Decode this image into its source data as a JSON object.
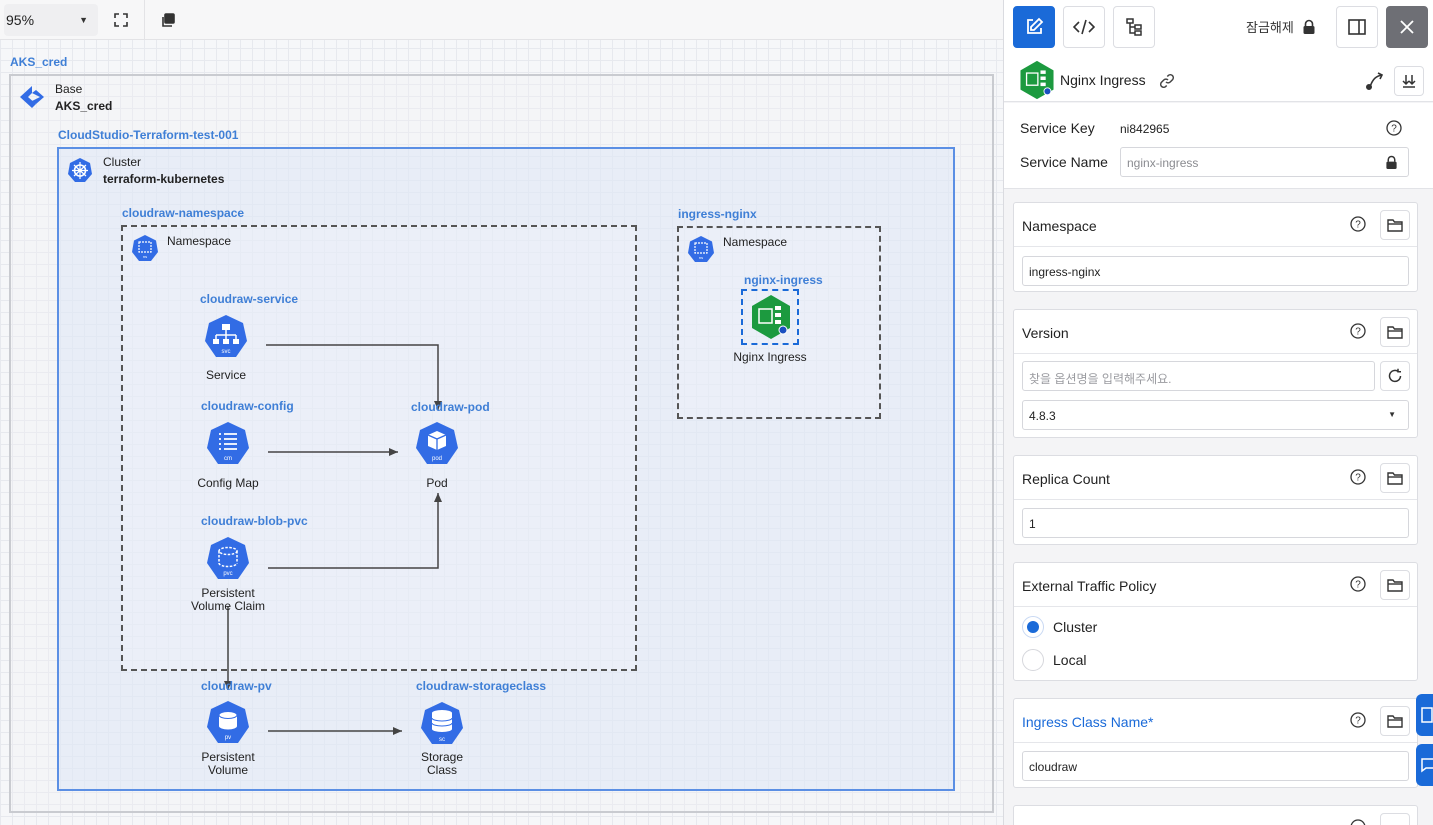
{
  "toolbar": {
    "zoom": "95%"
  },
  "diagram": {
    "base_label": "AKS_cred",
    "base_type": "Base",
    "base_name": "AKS_cred",
    "cluster_label": "CloudStudio-Terraform-test-001",
    "cluster_type": "Cluster",
    "cluster_name": "terraform-kubernetes",
    "namespace1_label": "cloudraw-namespace",
    "namespace1_type": "Namespace",
    "namespace2_label": "ingress-nginx",
    "namespace2_type": "Namespace",
    "nodes": {
      "service": {
        "id_label": "cloudraw-service",
        "name": "Service",
        "badge": "svc"
      },
      "config": {
        "id_label": "cloudraw-config",
        "name": "Config Map",
        "badge": "cm"
      },
      "pod": {
        "id_label": "cloudraw-pod",
        "name": "Pod",
        "badge": "pod"
      },
      "pvc": {
        "id_label": "cloudraw-blob-pvc",
        "name_line1": "Persistent",
        "name_line2": "Volume Claim",
        "badge": "pvc"
      },
      "pv": {
        "id_label": "cloudraw-pv",
        "name_line1": "Persistent",
        "name_line2": "Volume",
        "badge": "pv"
      },
      "sc": {
        "id_label": "cloudraw-storageclass",
        "name_line1": "Storage",
        "name_line2": "Class",
        "badge": "sc"
      },
      "ingress": {
        "id_label": "nginx-ingress",
        "name": "Nginx Ingress"
      }
    },
    "colors": {
      "k8s_blue": "#326ce5",
      "label_blue": "#3f7fd6",
      "nginx_green": "#1c9a3f"
    }
  },
  "panel": {
    "unlock_label": "잠금해제",
    "service_title": "Nginx Ingress",
    "service_key_label": "Service Key",
    "service_key_value": "ni842965",
    "service_name_label": "Service Name",
    "service_name_value": "nginx-ingress",
    "namespace": {
      "title": "Namespace",
      "value": "ingress-nginx"
    },
    "version": {
      "title": "Version",
      "search_placeholder": "찾을 옵션명을 입력해주세요.",
      "selected": "4.8.3"
    },
    "replica": {
      "title": "Replica Count",
      "value": "1"
    },
    "traffic": {
      "title": "External Traffic Policy",
      "options": [
        "Cluster",
        "Local"
      ],
      "selected": "Cluster"
    },
    "ingress_class": {
      "title": "Ingress Class Name*",
      "value": "cloudraw"
    },
    "accent": "#1a6ad8"
  }
}
